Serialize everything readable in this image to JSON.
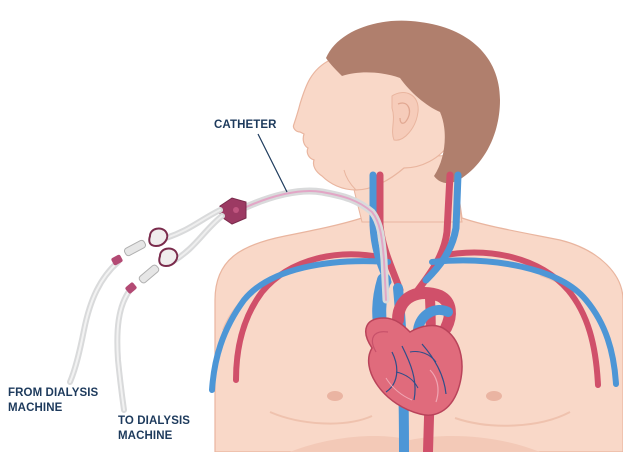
{
  "labels": {
    "catheter": "CATHETER",
    "from_dialysis": [
      "FROM DIALYSIS",
      "MACHINE"
    ],
    "to_dialysis": [
      "TO DIALYSIS",
      "MACHINE"
    ]
  },
  "colors": {
    "skin": "#f9d8c8",
    "skin_shadow": "#efc2ae",
    "skin_outline": "#e9b59f",
    "hair": "#b07f6d",
    "artery": "#d0506a",
    "vein": "#4d96d6",
    "heart": "#e06b7c",
    "tubing": "#d9dadb",
    "catheter_hub": "#9c3a63",
    "label_text": "#1d3a5c"
  },
  "icons": [
    "heart-icon",
    "catheter-hub-icon",
    "clamp-icon",
    "luer-connector-icon"
  ]
}
